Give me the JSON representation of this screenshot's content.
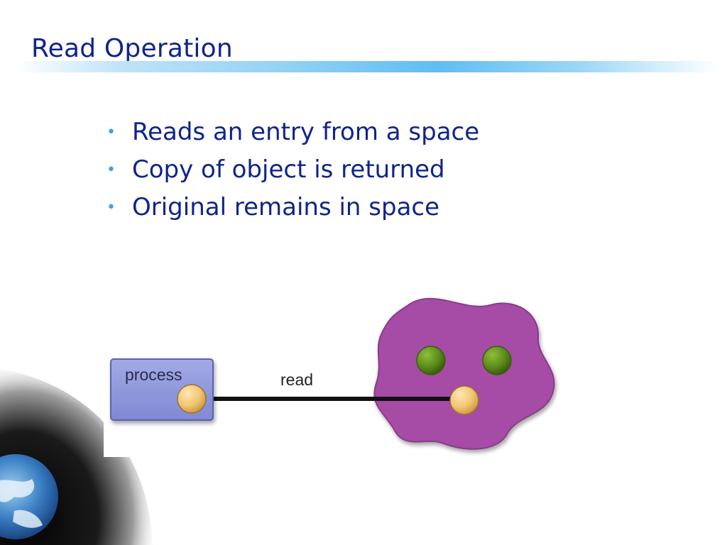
{
  "slide": {
    "title": "Read Operation",
    "bullets": [
      "Reads an entry from a space",
      "Copy of object is returned",
      "Original remains in space"
    ]
  },
  "diagram": {
    "process_label": "process",
    "edge_label": "read"
  },
  "colors": {
    "title": "#10248a",
    "bullet_dot": "#3aa3e6",
    "process_box": "#8f97dc",
    "space_blob": "#a64ca6",
    "entry_green": "#5a8a1a",
    "entry_copy": "#f2c570"
  }
}
